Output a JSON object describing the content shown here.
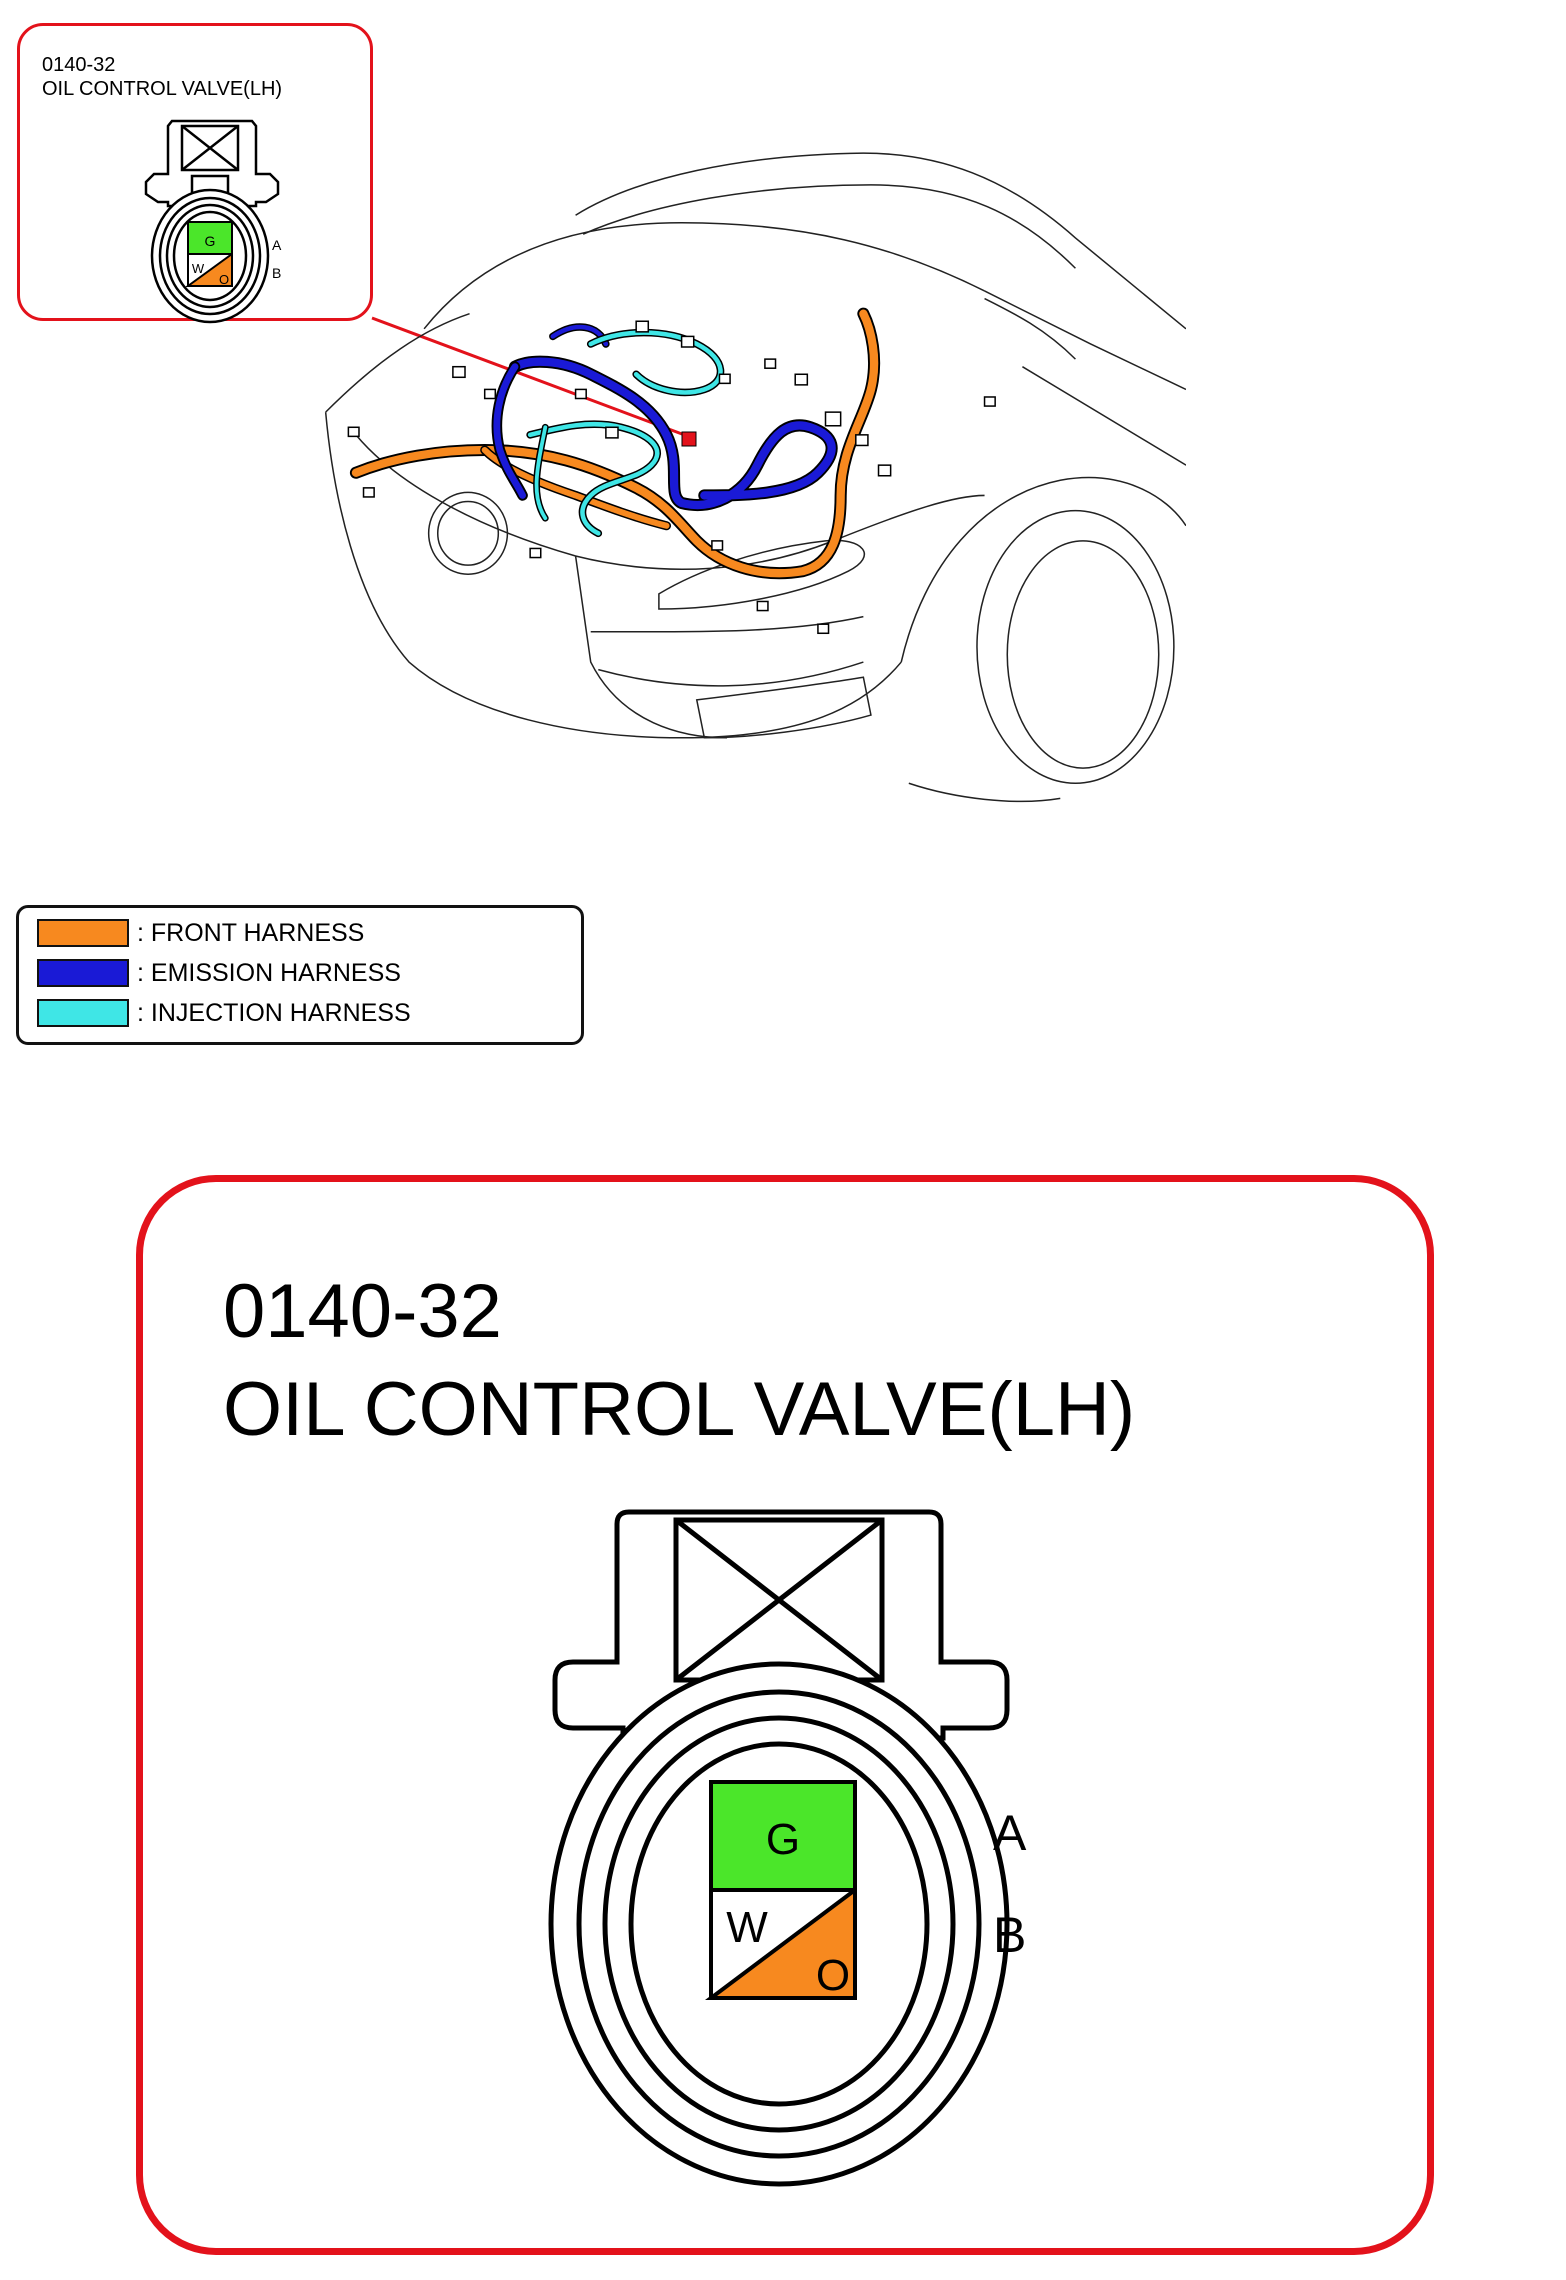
{
  "connector": {
    "code": "0140-32",
    "name": "OIL CONTROL VALVE(LH)",
    "terminals": [
      {
        "label": "A",
        "wire": "G"
      },
      {
        "label": "B",
        "wire_top": "W",
        "wire_bottom": "O"
      }
    ]
  },
  "legend": [
    {
      "label": ": FRONT HARNESS",
      "color": "#f7891f"
    },
    {
      "label": ": EMISSION HARNESS",
      "color": "#1a1ad6"
    },
    {
      "label": ": INJECTION HARNESS",
      "color": "#3fe6e6"
    }
  ],
  "colors": {
    "callout_border": "#e3121b",
    "wire_green": "#4be62a",
    "wire_orange": "#f7891f",
    "wire_white": "#ffffff"
  }
}
